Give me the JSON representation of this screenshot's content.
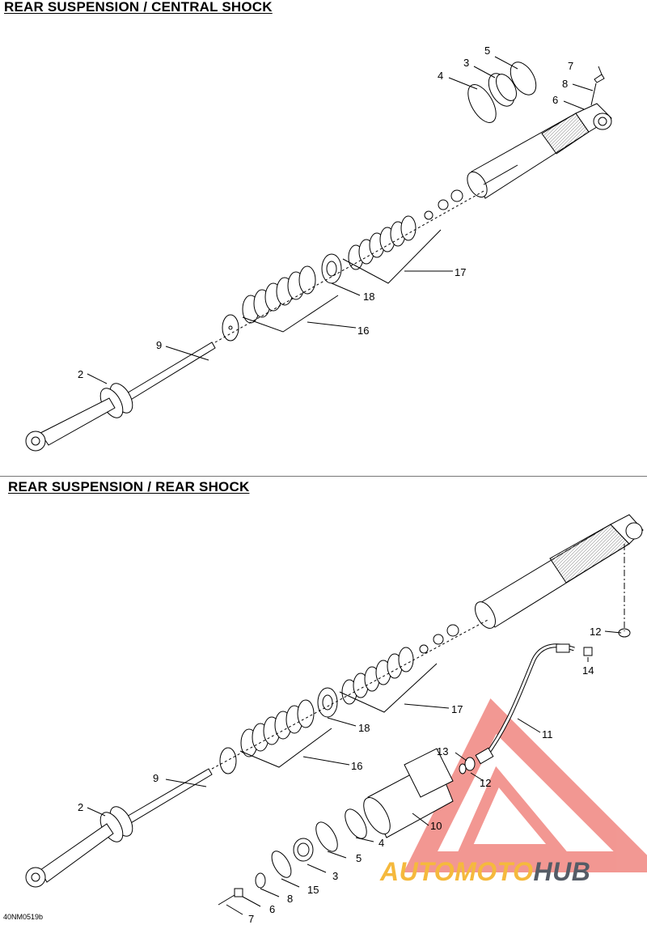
{
  "sections": [
    {
      "title": "REAR SUSPENSION / CENTRAL SHOCK"
    },
    {
      "title": "REAR SUSPENSION / REAR SHOCK"
    }
  ],
  "callouts": {
    "central": [
      "5",
      "3",
      "4",
      "7",
      "8",
      "6",
      "17",
      "18",
      "16",
      "9",
      "2"
    ],
    "rear": [
      "12",
      "14",
      "17",
      "18",
      "11",
      "13",
      "12",
      "16",
      "9",
      "2",
      "10",
      "4",
      "5",
      "3",
      "15",
      "8",
      "6",
      "7"
    ]
  },
  "figure_ref": "40NM0519b",
  "watermark": {
    "part1": "AUTOMOTO",
    "part2": "HUB",
    "color_triangle": "#e8433a",
    "color_text1": "#f5b93d",
    "color_text2": "#555c66"
  }
}
